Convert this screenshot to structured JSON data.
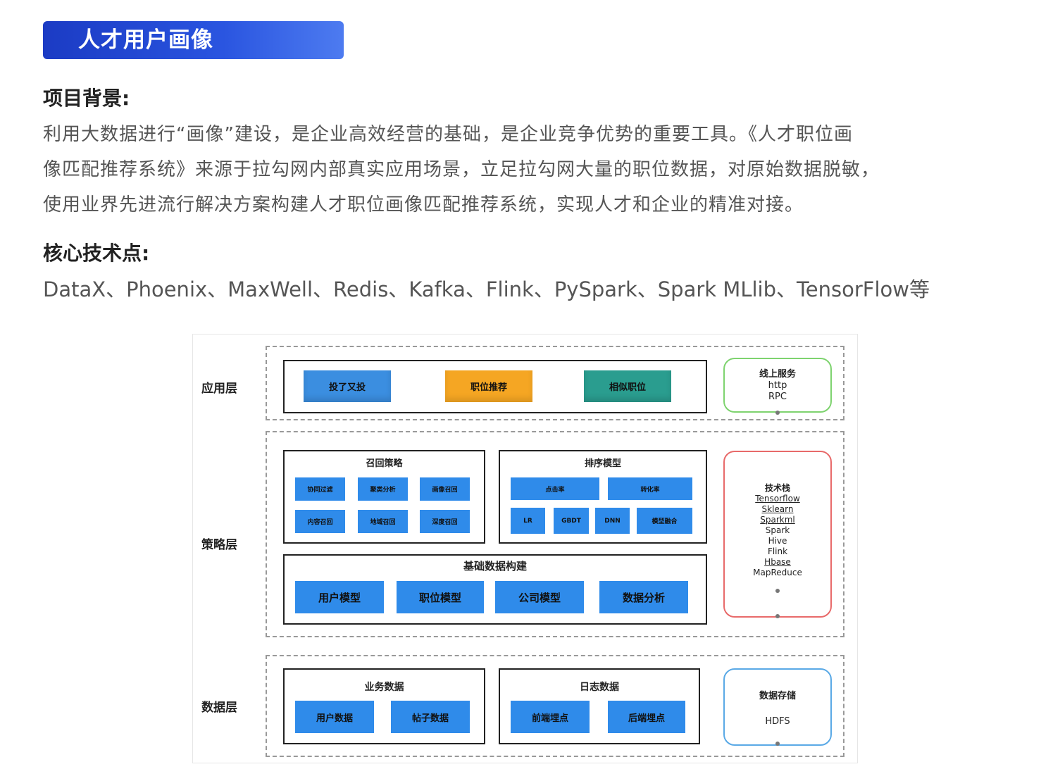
{
  "banner": {
    "title": "人才用户画像"
  },
  "background": {
    "heading": "项目背景:",
    "lines": [
      "利用大数据进行“画像”建设，是企业高效经营的基础，是企业竞争优势的重要工具。《人才职位画",
      "像匹配推荐系统》来源于拉勾网内部真实应用场景，立足拉勾网大量的职位数据，对原始数据脱敏，",
      "使用业界先进流行解决方案构建人才职位画像匹配推荐系统，实现人才和企业的精准对接。"
    ]
  },
  "core": {
    "heading": "核心技术点:",
    "text": "DataX、Phoenix、MaxWell、Redis、Kafka、Flink、PySpark、Spark MLlib、TensorFlow等"
  },
  "diagram": {
    "layers": {
      "app": "应用层",
      "strategy": "策略层",
      "data": "数据层"
    },
    "app_buttons": [
      "投了又投",
      "职位推荐",
      "相似职位"
    ],
    "online": {
      "title": "线上服务",
      "items": [
        "http",
        "RPC"
      ]
    },
    "recall": {
      "title": "召回策略",
      "items": [
        "协同过滤",
        "聚类分析",
        "画像召回",
        "内容召回",
        "地域召回",
        "深度召回"
      ]
    },
    "rank": {
      "title": "排序模型",
      "row1": [
        "点击率",
        "转化率"
      ],
      "row2": [
        "LR",
        "GBDT",
        "DNN",
        "模型融合"
      ]
    },
    "base": {
      "title": "基础数据构建",
      "items": [
        "用户模型",
        "职位模型",
        "公司模型",
        "数据分析"
      ]
    },
    "techstack": {
      "title": "技术栈",
      "items": [
        "Tensorflow",
        "Sklearn",
        "Sparkml",
        "Spark",
        "Hive",
        "Flink",
        "Hbase",
        "MapReduce"
      ]
    },
    "biz": {
      "title": "业务数据",
      "items": [
        "用户数据",
        "帖子数据"
      ]
    },
    "log": {
      "title": "日志数据",
      "items": [
        "前端埋点",
        "后端埋点"
      ]
    },
    "storage": {
      "title": "数据存储",
      "items": [
        "HDFS"
      ]
    },
    "colors": {
      "btn_blue": "#2f8bea",
      "btn_orange": "#f5a623",
      "btn_teal": "#2a9d8f",
      "online_border": "#7ed36f",
      "tech_border": "#e86a6a",
      "storage_border": "#5aa9e6"
    }
  }
}
